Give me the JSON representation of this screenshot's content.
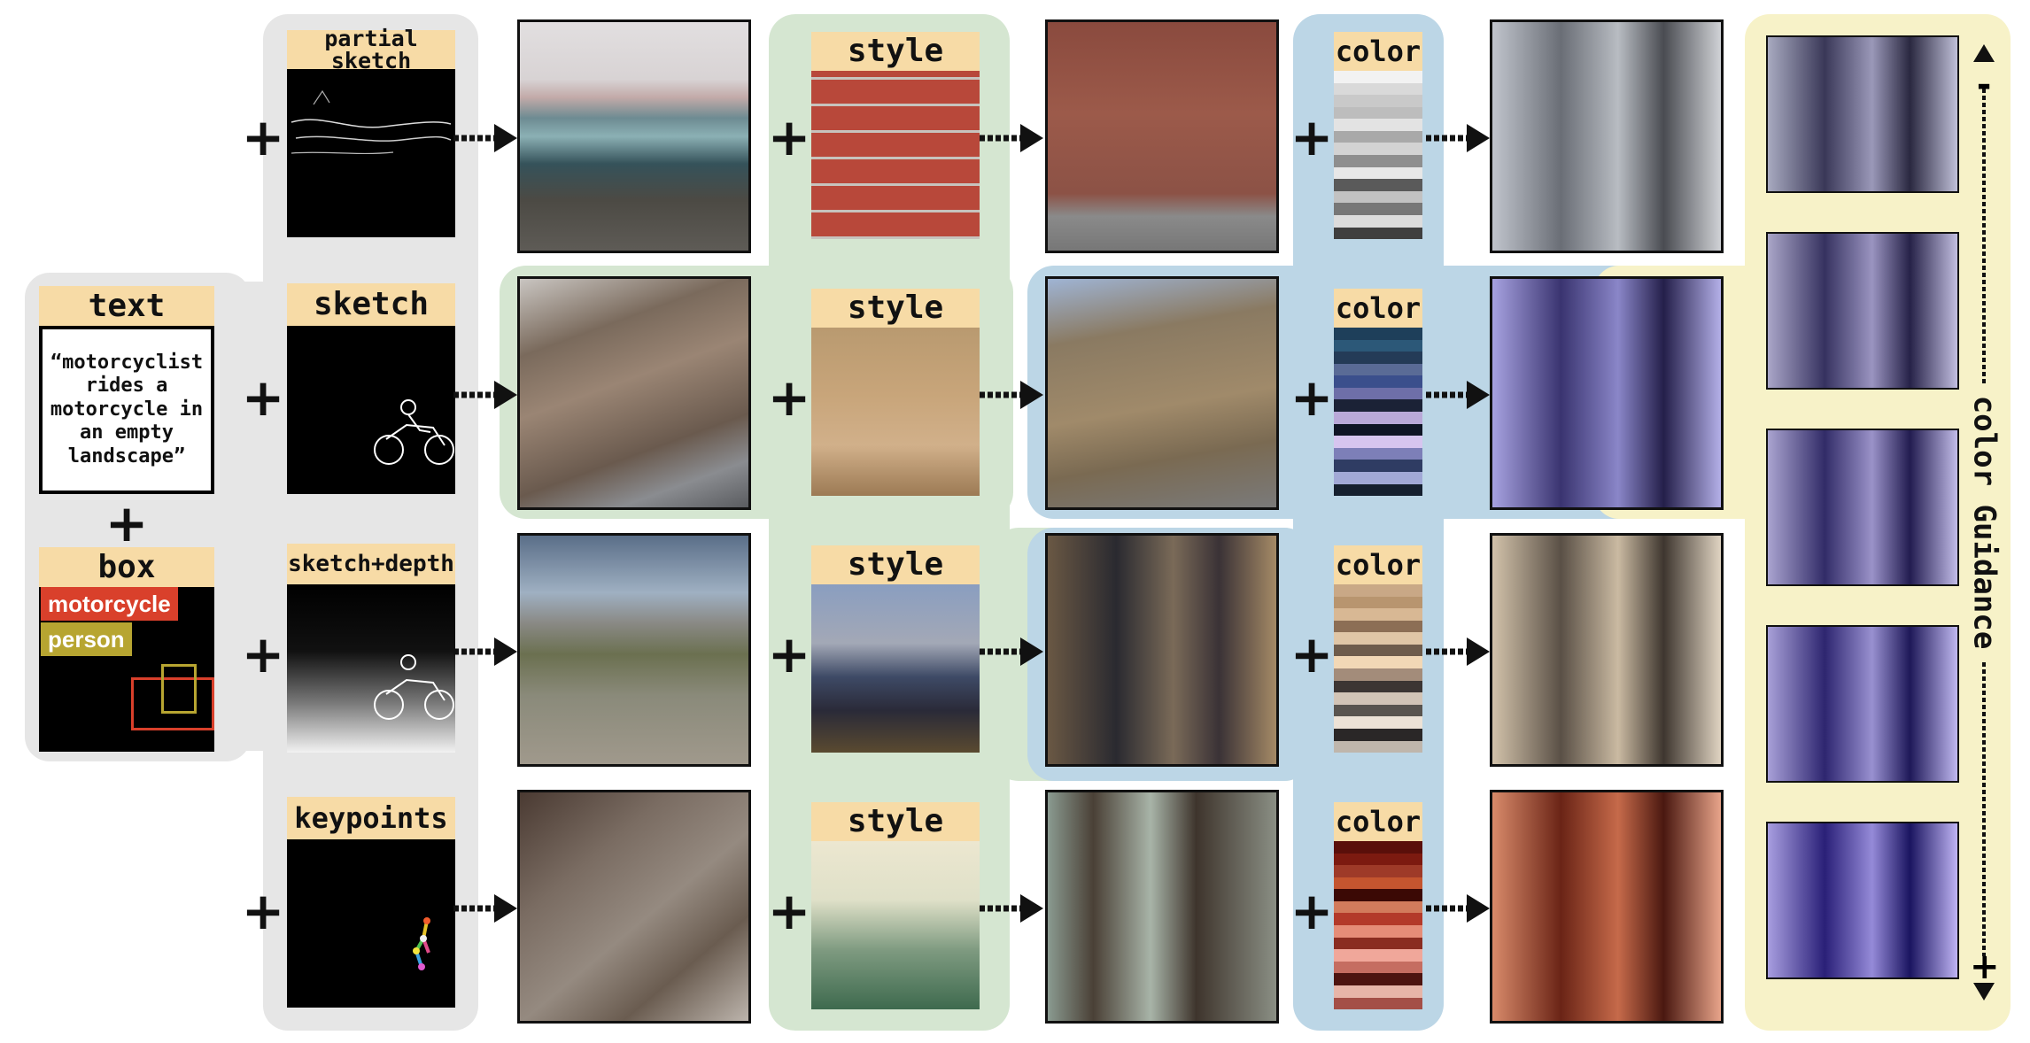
{
  "labels": {
    "text": "text",
    "box": "box",
    "partial_sketch": "partial sketch",
    "sketch": "sketch",
    "sketch_depth": "sketch+depth",
    "keypoints": "keypoints",
    "style": "style",
    "color": "color",
    "color_guidance": "color Guidance",
    "plus": "+",
    "scale_minus": "-",
    "scale_plus": "+"
  },
  "text_prompt": "“motorcyclist rides a motorcycle in an empty landscape”",
  "box_tags": [
    "motorcycle",
    "person"
  ],
  "colors": {
    "gray_panel": "#e6e6e6",
    "green_panel": "#d5e6d1",
    "blue_panel": "#bcd6e6",
    "yellow_panel": "#f7f2c8",
    "label_bg": "#f7dba6",
    "motorcycle_tag": "#d9402b",
    "person_tag": "#b7a531"
  },
  "palettes": [
    [
      "#f2f2f2",
      "#d9d9d9",
      "#c9c9c9",
      "#bdbdbd",
      "#e3e3e3",
      "#a9a9a9",
      "#d3d3d3",
      "#8e8e8e",
      "#e7e7e7",
      "#5a5a5a",
      "#c2c2c2",
      "#777",
      "#dcdcdc",
      "#3f3f3f"
    ],
    [
      "#1e3f5a",
      "#2c5878",
      "#243b57",
      "#5a6b96",
      "#3b4f8c",
      "#6e6fa8",
      "#1b2236",
      "#b9a9d8",
      "#0f1525",
      "#d6c5ef",
      "#7d7fb8",
      "#2f3c63",
      "#a2a9d6",
      "#16202f"
    ],
    [
      "#c9a886",
      "#b8956f",
      "#d8b894",
      "#8c6e55",
      "#e0c6a6",
      "#6e5c4c",
      "#f2d8b6",
      "#a38c7a",
      "#3c3533",
      "#d2c4b6",
      "#59544f",
      "#ece2d6",
      "#2a2727",
      "#bfb6ac"
    ],
    [
      "#5a0f0a",
      "#7c1a10",
      "#9e3a28",
      "#c4552f",
      "#3b0905",
      "#d27b5c",
      "#b33a2a",
      "#e58d78",
      "#8a2d21",
      "#f0a79a",
      "#c56d61",
      "#4d1410",
      "#e7b5a8",
      "#a44f47"
    ]
  ]
}
